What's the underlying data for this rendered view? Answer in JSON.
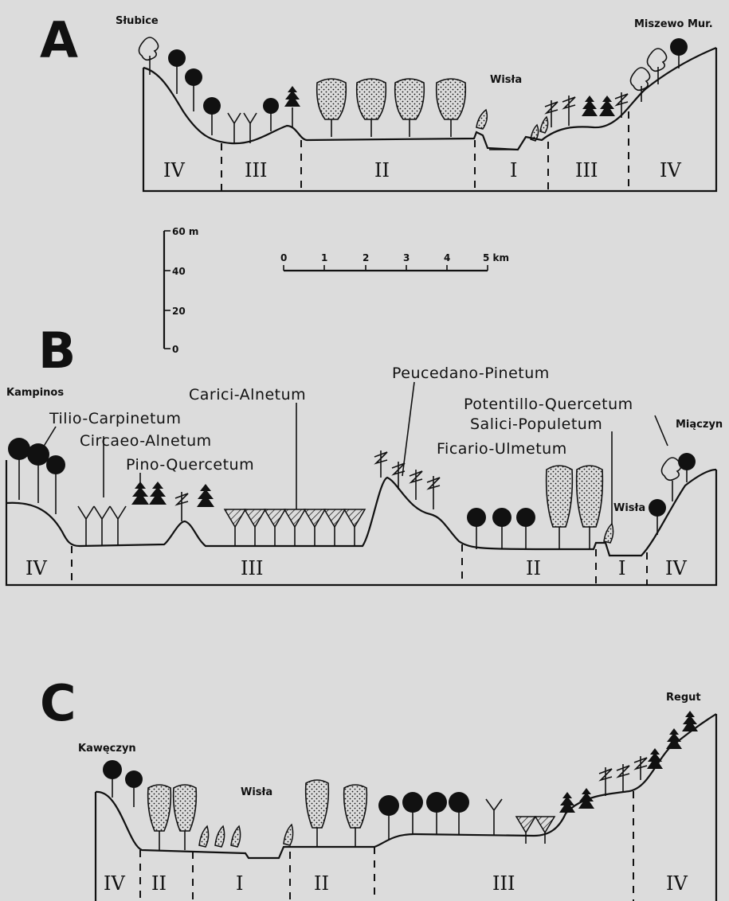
{
  "panels": {
    "a": {
      "letter": "A",
      "place_left": "Słubice",
      "place_right": "Miszewo Mur.",
      "river": "Wisła",
      "zones": [
        "IV",
        "III",
        "II",
        "I",
        "III",
        "IV"
      ]
    },
    "b": {
      "letter": "B",
      "place_left": "Kampinos",
      "place_right": "Miączyn",
      "river": "Wisła",
      "associations": [
        "Tilio-Carpinetum",
        "Circaeo-Alnetum",
        "Pino-Quercetum",
        "Carici-Alnetum",
        "Peucedano-Pinetum",
        "Potentillo-Quercetum",
        "Salici-Populetum",
        "Ficario-Ulmetum"
      ],
      "zones": [
        "IV",
        "III",
        "II",
        "I",
        "IV"
      ]
    },
    "c": {
      "letter": "C",
      "place_left": "Kawęczyn",
      "place_right": "Regut",
      "river": "Wisła",
      "zones": [
        "IV",
        "II",
        "I",
        "II",
        "III",
        "IV"
      ]
    }
  },
  "vertical_scale": {
    "ticks": [
      "60 m",
      "40",
      "20",
      "0"
    ]
  },
  "horizontal_scale": {
    "ticks": [
      "0",
      "1",
      "2",
      "3",
      "4",
      "5 km"
    ]
  },
  "colors": {
    "ink": "#111111",
    "paper": "#dcdcdc"
  }
}
